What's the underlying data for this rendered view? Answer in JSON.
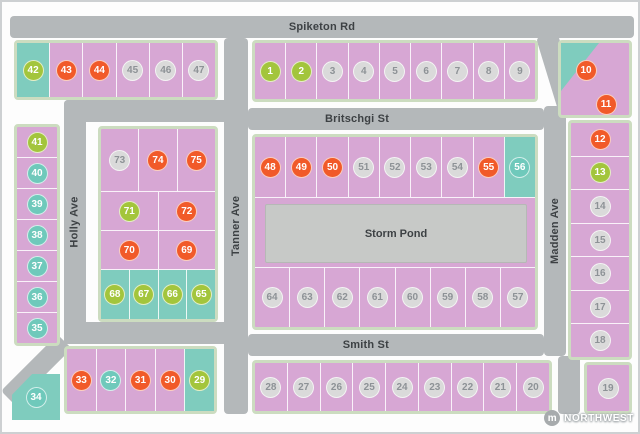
{
  "map": {
    "streets": {
      "spiketon": "Spiketon Rd",
      "britschgi": "Britschgi St",
      "smith": "Smith St",
      "holly": "Holly Ave",
      "tanner": "Tanner Ave",
      "madden": "Madden Ave"
    },
    "pond_label": "Storm Pond",
    "watermark": "NORTHWEST",
    "watermark_logo_glyph": "m",
    "legend_colors": {
      "marker_orange": "#f15a29",
      "marker_green": "#a3c53c",
      "marker_teal": "#6fc9bb",
      "marker_gray": "#dadada",
      "parcel_pink": "#d7a7d4",
      "parcel_teal": "#7fccbe",
      "road_gray": "#b4b8ba",
      "pond_gray": "#c7c9c7"
    },
    "blocks": {
      "top_left": {
        "lots": [
          {
            "n": "42",
            "c": "green",
            "p": "teal"
          },
          {
            "n": "43",
            "c": "orange"
          },
          {
            "n": "44",
            "c": "orange"
          },
          {
            "n": "45",
            "c": "gray"
          },
          {
            "n": "46",
            "c": "gray"
          },
          {
            "n": "47",
            "c": "gray"
          }
        ]
      },
      "west_column": {
        "lots": [
          {
            "n": "41",
            "c": "green"
          },
          {
            "n": "40",
            "c": "teal"
          },
          {
            "n": "39",
            "c": "teal"
          },
          {
            "n": "38",
            "c": "teal"
          },
          {
            "n": "37",
            "c": "teal"
          },
          {
            "n": "36",
            "c": "teal"
          },
          {
            "n": "35",
            "c": "teal"
          }
        ]
      },
      "lot_34": {
        "lots": [
          {
            "n": "34",
            "c": "teal"
          }
        ]
      },
      "mid_left_r1": {
        "lots": [
          {
            "n": "73",
            "c": "gray"
          },
          {
            "n": "74",
            "c": "orange"
          },
          {
            "n": "75",
            "c": "orange"
          }
        ]
      },
      "mid_left_r2": {
        "lots": [
          {
            "n": "71",
            "c": "green"
          },
          {
            "n": "72",
            "c": "orange"
          }
        ]
      },
      "mid_left_r3": {
        "lots": [
          {
            "n": "70",
            "c": "orange"
          },
          {
            "n": "69",
            "c": "orange"
          }
        ]
      },
      "mid_left_r4": {
        "lots": [
          {
            "n": "68",
            "c": "green",
            "p": "teal"
          },
          {
            "n": "67",
            "c": "green",
            "p": "teal"
          },
          {
            "n": "66",
            "c": "green",
            "p": "teal"
          },
          {
            "n": "65",
            "c": "green",
            "p": "teal"
          }
        ]
      },
      "south_west": {
        "lots": [
          {
            "n": "33",
            "c": "orange"
          },
          {
            "n": "32",
            "c": "teal"
          },
          {
            "n": "31",
            "c": "orange"
          },
          {
            "n": "30",
            "c": "orange"
          },
          {
            "n": "29",
            "c": "green",
            "p": "teal"
          }
        ]
      },
      "north_center": {
        "lots": [
          {
            "n": "1",
            "c": "green"
          },
          {
            "n": "2",
            "c": "green"
          },
          {
            "n": "3",
            "c": "gray"
          },
          {
            "n": "4",
            "c": "gray"
          },
          {
            "n": "5",
            "c": "gray"
          },
          {
            "n": "6",
            "c": "gray"
          },
          {
            "n": "7",
            "c": "gray"
          },
          {
            "n": "8",
            "c": "gray"
          },
          {
            "n": "9",
            "c": "gray"
          }
        ]
      },
      "north_east": {
        "lots": [
          {
            "n": "10",
            "c": "orange"
          },
          {
            "n": "11",
            "c": "orange"
          }
        ]
      },
      "east_column": {
        "lots": [
          {
            "n": "12",
            "c": "orange"
          },
          {
            "n": "13",
            "c": "green"
          },
          {
            "n": "14",
            "c": "gray"
          },
          {
            "n": "15",
            "c": "gray"
          },
          {
            "n": "16",
            "c": "gray"
          },
          {
            "n": "17",
            "c": "gray"
          },
          {
            "n": "18",
            "c": "gray"
          }
        ]
      },
      "lot_19": {
        "lots": [
          {
            "n": "19",
            "c": "gray"
          }
        ]
      },
      "center_r1": {
        "lots": [
          {
            "n": "48",
            "c": "orange"
          },
          {
            "n": "49",
            "c": "orange"
          },
          {
            "n": "50",
            "c": "orange"
          },
          {
            "n": "51",
            "c": "gray"
          },
          {
            "n": "52",
            "c": "gray"
          },
          {
            "n": "53",
            "c": "gray"
          },
          {
            "n": "54",
            "c": "gray"
          },
          {
            "n": "55",
            "c": "orange"
          },
          {
            "n": "56",
            "c": "teal",
            "p": "teal"
          }
        ]
      },
      "center_r2": {
        "lots": [
          {
            "n": "64",
            "c": "gray"
          },
          {
            "n": "63",
            "c": "gray"
          },
          {
            "n": "62",
            "c": "gray"
          },
          {
            "n": "61",
            "c": "gray"
          },
          {
            "n": "60",
            "c": "gray"
          },
          {
            "n": "59",
            "c": "gray"
          },
          {
            "n": "58",
            "c": "gray"
          },
          {
            "n": "57",
            "c": "gray"
          }
        ]
      },
      "south_center": {
        "lots": [
          {
            "n": "28",
            "c": "gray"
          },
          {
            "n": "27",
            "c": "gray"
          },
          {
            "n": "26",
            "c": "gray"
          },
          {
            "n": "25",
            "c": "gray"
          },
          {
            "n": "24",
            "c": "gray"
          },
          {
            "n": "23",
            "c": "gray"
          },
          {
            "n": "22",
            "c": "gray"
          },
          {
            "n": "21",
            "c": "gray"
          },
          {
            "n": "20",
            "c": "gray"
          }
        ]
      }
    }
  }
}
